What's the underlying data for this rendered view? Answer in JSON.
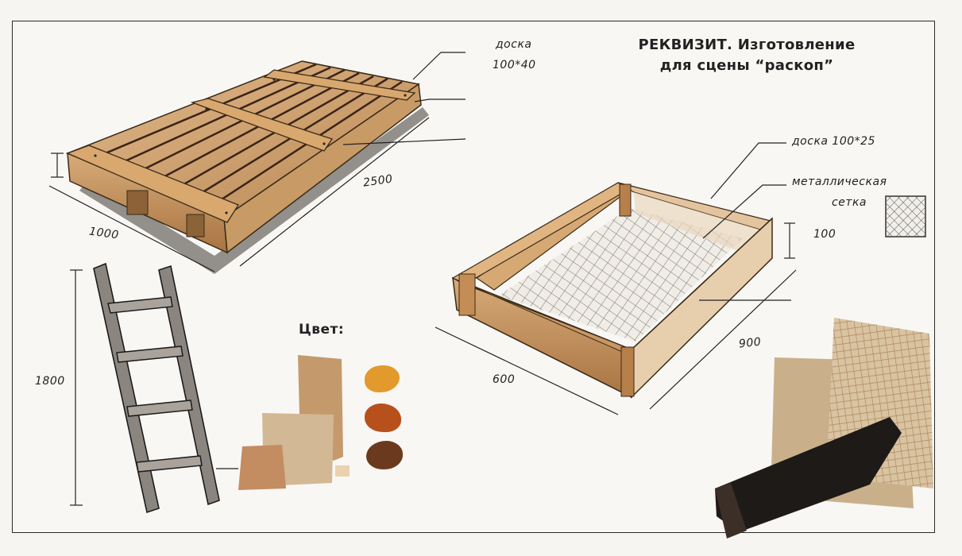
{
  "title": {
    "line1": "РЕКВИЗИТ. Изготовление",
    "line2": "для сцены “раскоп”"
  },
  "pallet": {
    "board_label_1": "доска",
    "board_label_2": "100*40",
    "length": "2500",
    "width": "1000"
  },
  "sieve": {
    "board_label": "доска 100*25",
    "mesh_label_1": "металлическая",
    "mesh_label_2": "сетка",
    "height": "100",
    "length": "900",
    "width": "600"
  },
  "ladder": {
    "height": "1800"
  },
  "colors": {
    "label": "Цвет:",
    "swatches": [
      "#e39a2c",
      "#b8501c",
      "#6b3a1e"
    ]
  }
}
